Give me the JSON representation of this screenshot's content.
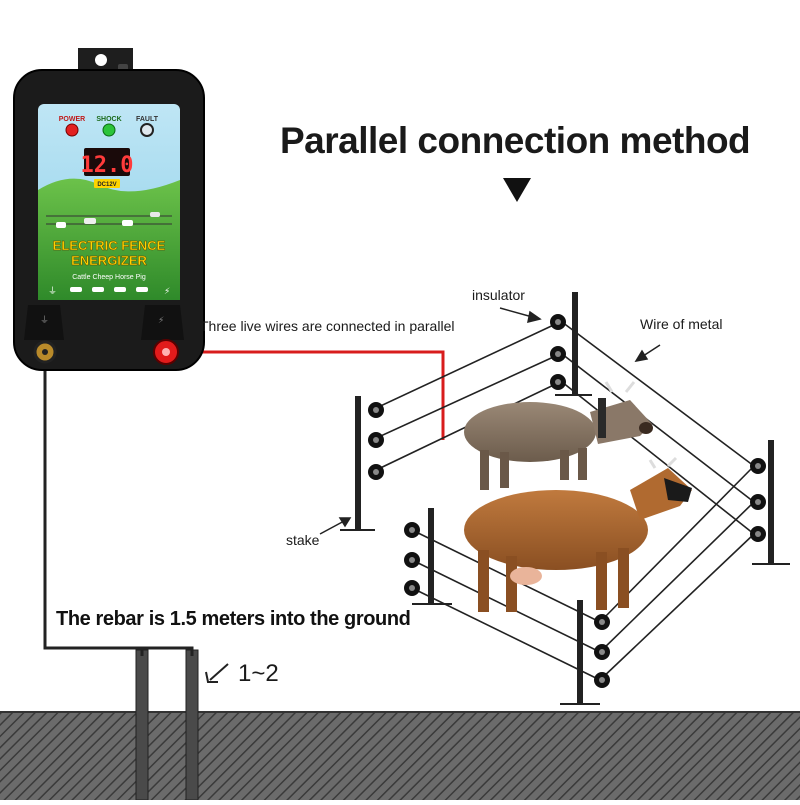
{
  "title": "Parallel connection method",
  "labels": {
    "insulator": "insulator",
    "wire_of_metal": "Wire of metal",
    "stake": "stake",
    "live_wires": "Three live wires are connected in parallel",
    "rebar": "The rebar is 1.5 meters into the ground",
    "rebar_count": "1~2"
  },
  "energizer": {
    "indicators": [
      "POWER",
      "SHOCK",
      "FAULT"
    ],
    "display_value": "12.0",
    "voltage_tag": "DC12V",
    "product_line1": "ELECTRIC FENCE",
    "product_line2": "ENERGIZER",
    "animals": "Cattle Cheep Horse Pig"
  },
  "colors": {
    "live_wire": "#d81c1c",
    "ground_wire": "#222222",
    "panel_green": "#4fae3c",
    "panel_sky": "#9fd8ee",
    "display_red": "#ff3b3b",
    "title_yellow": "#ffd400"
  },
  "icons": [
    "hanger-icon",
    "ground-icon",
    "lightning-icon",
    "arrow-down-icon",
    "cow-icon"
  ]
}
